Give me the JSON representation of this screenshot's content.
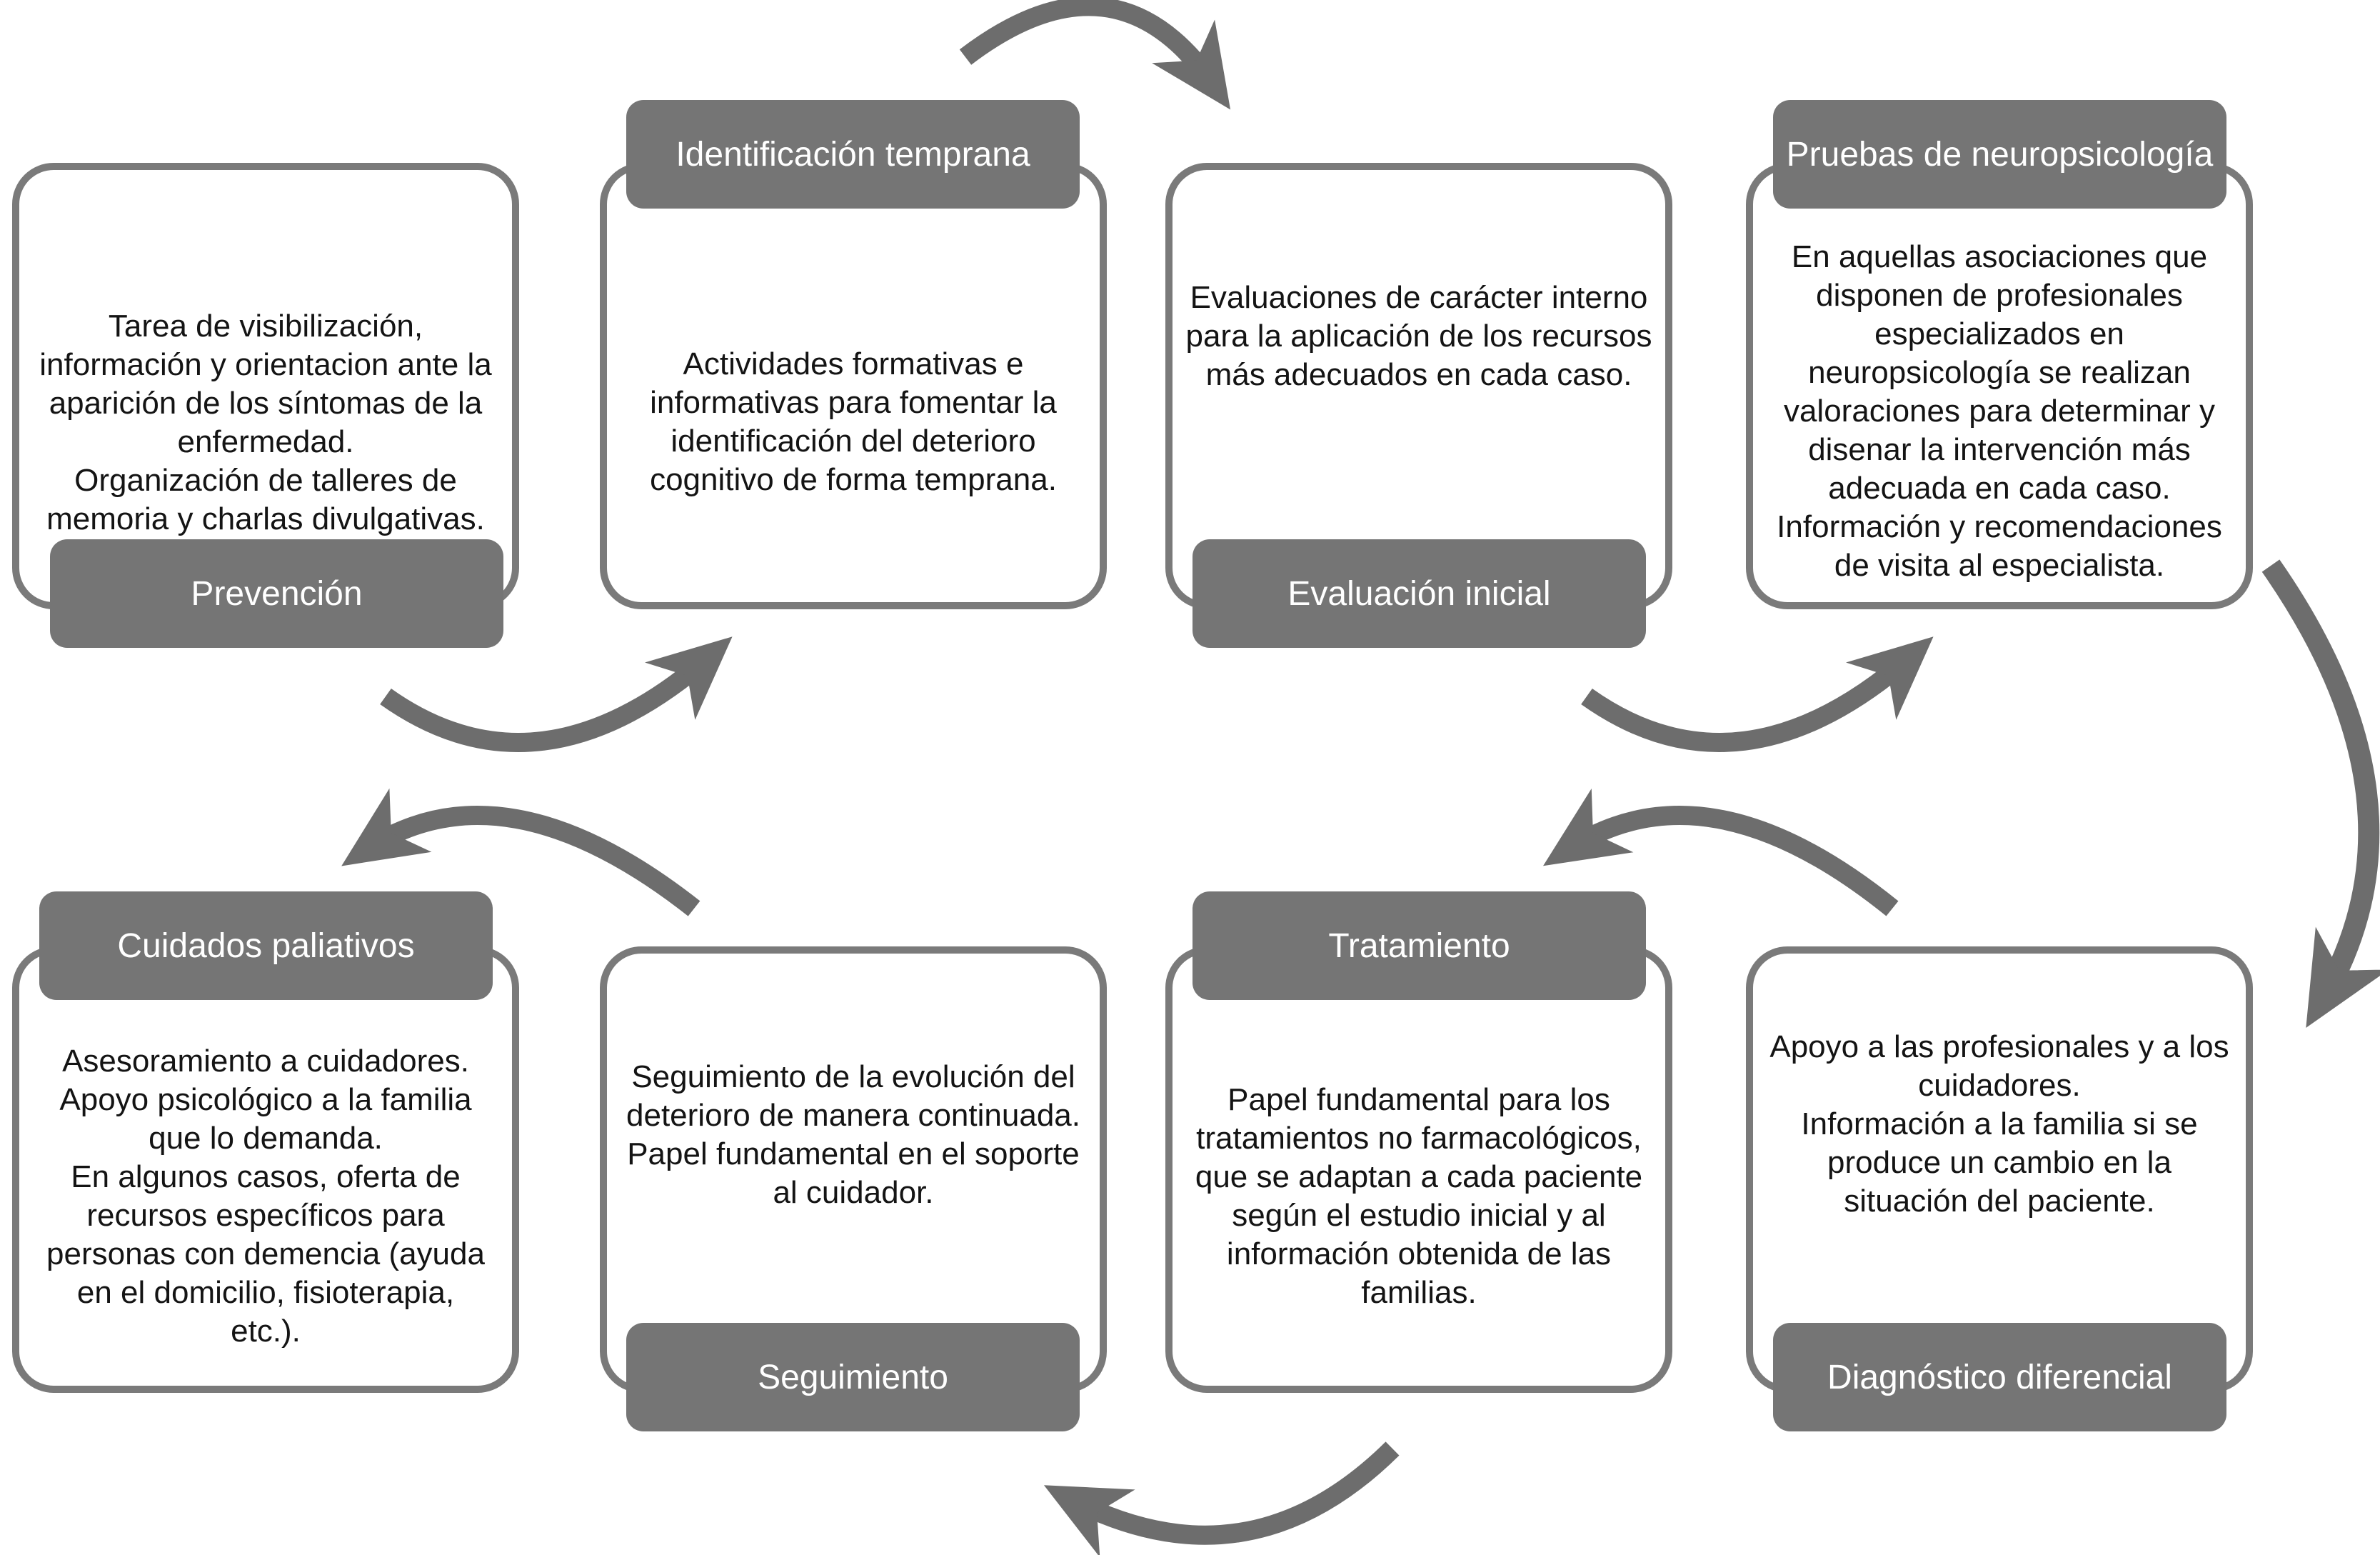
{
  "colors": {
    "tab_fill": "#757575",
    "tab_text": "#ffffff",
    "box_border": "#7a7a7a",
    "box_fill": "#ffffff",
    "body_text": "#141414",
    "arrow": "#6d6d6d",
    "background": "#ffffff"
  },
  "boxes": {
    "prevencion": {
      "label": "Prevención",
      "label_position": "bottom",
      "body": "Tarea de visibilización,\ninformación y orientacion ante la\naparición de los síntomas de la\nenfermedad.\nOrganización de talleres de\nmemoria y charlas divulgativas."
    },
    "identificacion_temprana": {
      "label": "Identificación temprana",
      "label_position": "top",
      "body": "Actividades formativas e\ninformativas para fomentar la\nidentificación del deterioro\ncognitivo de forma temprana."
    },
    "evaluacion_inicial": {
      "label": "Evaluación inicial",
      "label_position": "bottom",
      "body": "Evaluaciones de carácter interno\npara la aplicación de los recursos\nmás adecuados en cada caso."
    },
    "pruebas_neuropsicologia": {
      "label": "Pruebas de neuropsicología",
      "label_position": "top",
      "body": "En aquellas asociaciones que\ndisponen de profesionales\nespecializados en\nneuropsicología se realizan\nvaloraciones para determinar y\ndisenar la intervención más\nadecuada en cada caso.\nInformación y recomendaciones\nde visita al especialista."
    },
    "cuidados_paliativos": {
      "label": "Cuidados paliativos",
      "label_position": "top",
      "body": "Asesoramiento a cuidadores.\nApoyo psicológico a la familia\nque lo demanda.\nEn algunos casos, oferta de\nrecursos específicos para\npersonas con demencia (ayuda\nen el domicilio, fisioterapia,\netc.)."
    },
    "seguimiento": {
      "label": "Seguimiento",
      "label_position": "bottom",
      "body": "Seguimiento de la evolución del\ndeterioro de manera continuada.\nPapel fundamental en el soporte\nal cuidador."
    },
    "tratamiento": {
      "label": "Tratamiento",
      "label_position": "top",
      "body": "Papel fundamental para los\ntratamientos no farmacológicos,\nque se adaptan a cada paciente\nsegún el estudio inicial y al\ninformación obtenida de las\nfamilias."
    },
    "diagnostico_diferencial": {
      "label": "Diagnóstico diferencial",
      "label_position": "bottom",
      "body": "Apoyo a las profesionales y a los\ncuidadores.\nInformación a la familia si se\nproduce un cambio en la\nsituación del paciente."
    }
  },
  "arrows": [
    {
      "from": "prevencion",
      "to": "identificacion_temprana"
    },
    {
      "from": "identificacion_temprana",
      "to": "evaluacion_inicial"
    },
    {
      "from": "evaluacion_inicial",
      "to": "pruebas_neuropsicologia"
    },
    {
      "from": "pruebas_neuropsicologia",
      "to": "diagnostico_diferencial"
    },
    {
      "from": "diagnostico_diferencial",
      "to": "tratamiento"
    },
    {
      "from": "tratamiento",
      "to": "seguimiento"
    },
    {
      "from": "seguimiento",
      "to": "cuidados_paliativos"
    }
  ]
}
